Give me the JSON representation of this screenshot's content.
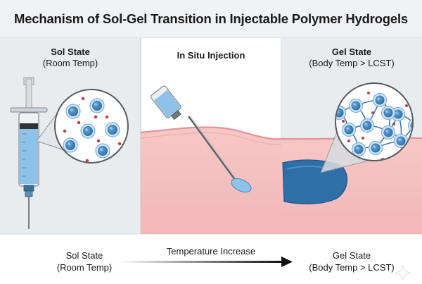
{
  "title": "Mechanism of Sol-Gel Transition in Injectable Polymer Hydrogels",
  "panels": [
    {
      "heading": "Sol State",
      "subheading": "(Room Temp)"
    },
    {
      "heading": "In Situ Injection",
      "subheading": ""
    },
    {
      "heading": "Gel State",
      "subheading": "(Body Temp > LCST)"
    }
  ],
  "bottom": {
    "left": {
      "line1": "Sol State",
      "line2": "(Room Temp)"
    },
    "arrow_label": "Temperature Increase",
    "right": {
      "line1": "Gel State",
      "line2": "(Body Temp > LCST)"
    }
  },
  "colors": {
    "header_bg": "#f1f2f4",
    "panel_bg": "#e9ecef",
    "center_bg": "#ffffff",
    "tissue": "#f2b8b9",
    "tissue_edge": "#e39496",
    "liquid": "#8ec2e8",
    "micelle": "#3f86c4",
    "dot": "#c9373d",
    "gel": "#2e6fa8"
  },
  "icons": [
    "syringe-icon",
    "micelle-icon",
    "needle-icon",
    "gel-depot-icon",
    "network-icon"
  ]
}
